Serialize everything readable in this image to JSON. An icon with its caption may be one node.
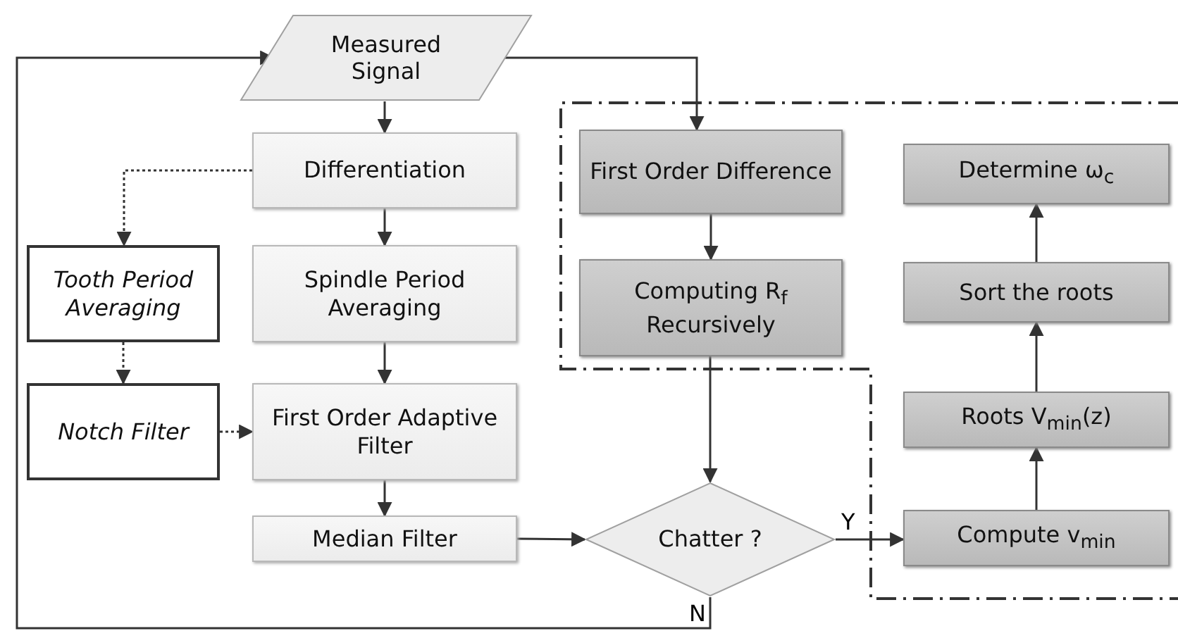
{
  "diagram": {
    "nodes": [
      {
        "text": [
          "Measured Signal"
        ]
      },
      {
        "text": [
          "Differentiation"
        ]
      },
      {
        "text": [
          "Tooth Period Averaging"
        ]
      },
      {
        "text": [
          "Spindle Period Averaging"
        ]
      },
      {
        "text": [
          "Notch Filter"
        ]
      },
      {
        "text": [
          "First Order Adaptive Filter"
        ]
      },
      {
        "text": [
          "Median Filter"
        ]
      },
      {
        "text": [
          "First Order Difference"
        ]
      },
      {
        "text": [
          "Computing R$_{f}$ Recursively"
        ]
      },
      {
        "text": [
          "Chatter ?"
        ]
      },
      {
        "text": [
          "Determine ω$_{c}$"
        ]
      },
      {
        "text": [
          "Sort the roots"
        ]
      },
      {
        "text": [
          "Roots V$_{min}$(z)"
        ]
      },
      {
        "text": [
          "Compute v$_{min}$"
        ]
      }
    ],
    "edges": [
      {
        "from": 0,
        "to": 1,
        "arrow": "to"
      },
      {
        "from": 1,
        "to": 3,
        "arrow": "to"
      },
      {
        "from": 3,
        "to": 5,
        "arrow": "to"
      },
      {
        "from": 5,
        "to": 6,
        "arrow": "to"
      },
      {
        "from": 6,
        "to": 9,
        "arrow": "to"
      },
      {
        "from": 1,
        "to": 2,
        "arrow": "to",
        "style": "dashed"
      },
      {
        "from": 2,
        "to": 4,
        "arrow": "to",
        "style": "dashed"
      },
      {
        "from": 4,
        "to": 5,
        "arrow": "to",
        "style": "dashed"
      },
      {
        "from": 0,
        "to": 7,
        "arrow": "to"
      },
      {
        "from": 7,
        "to": 8,
        "arrow": "to"
      },
      {
        "from": 8,
        "to": 9,
        "arrow": "to"
      },
      {
        "from": 9,
        "to": 13,
        "arrow": "to",
        "label": "Y"
      },
      {
        "from": 13,
        "to": 12,
        "arrow": "to"
      },
      {
        "from": 12,
        "to": 11,
        "arrow": "to"
      },
      {
        "from": 11,
        "to": 10,
        "arrow": "to"
      },
      {
        "from": 9,
        "to": 0,
        "arrow": "to",
        "label": "N"
      }
    ]
  }
}
